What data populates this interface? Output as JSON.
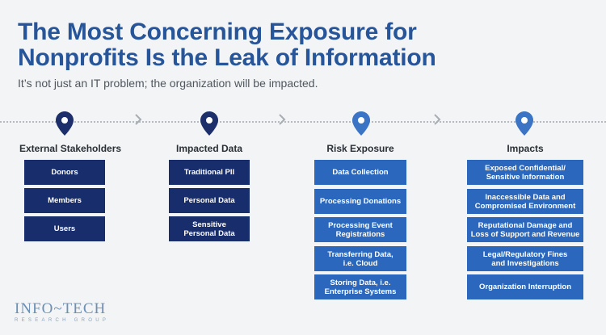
{
  "header": {
    "title_line1": "The Most Concerning Exposure for",
    "title_line2": "Nonprofits Is the Leak of Information",
    "subtitle": "It’s not just an IT problem; the organization will be impacted."
  },
  "columns": [
    {
      "title": "External Stakeholders",
      "items": [
        "Donors",
        "Members",
        "Users"
      ]
    },
    {
      "title": "Impacted Data",
      "items": [
        "Traditional PII",
        "Personal Data",
        "Sensitive\nPersonal Data"
      ]
    },
    {
      "title": "Risk Exposure",
      "items": [
        "Data Collection",
        "Processing Donations",
        "Processing Event\nRegistrations",
        "Transferring Data,\ni.e. Cloud",
        "Storing Data, i.e.\nEnterprise Systems"
      ]
    },
    {
      "title": "Impacts",
      "items": [
        "Exposed Confidential/\nSensitive Information",
        "Inaccessible Data and\nCompromised Environment",
        "Reputational Damage and\nLoss of Support and Revenue",
        "Legal/Regulatory Fines\nand Investigations",
        "Organization Interruption"
      ]
    }
  ],
  "logo": {
    "main": "INFO~TECH",
    "sub": "RESEARCH GROUP"
  },
  "icons": {
    "pin_dark": "#1d2f6b",
    "pin_light": "#3b74c5",
    "chevron": "#a8adb3"
  }
}
